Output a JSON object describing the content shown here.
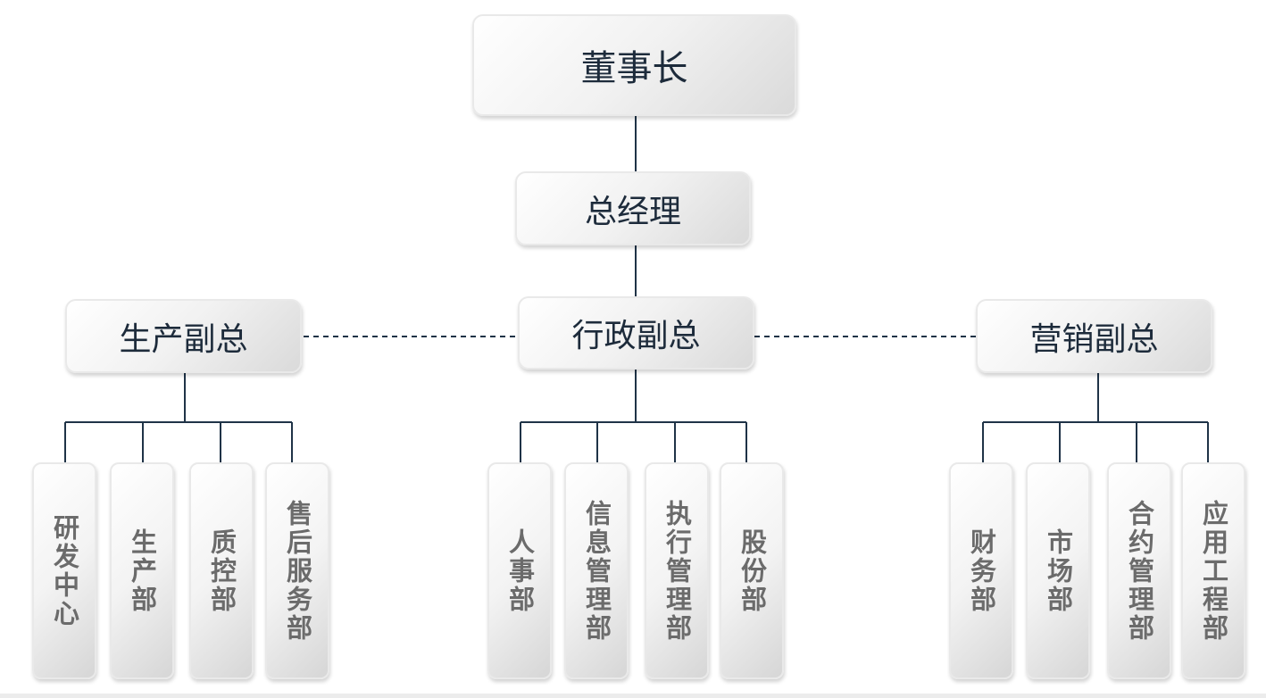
{
  "chairman": "董事长",
  "general_manager": "总经理",
  "vice_presidents": {
    "production": "生产副总",
    "administration": "行政副总",
    "marketing": "营销副总"
  },
  "departments": {
    "production": [
      "研发中心",
      "生产部",
      "质控部",
      "售后服务部"
    ],
    "administration": [
      "人事部",
      "信息管理部",
      "执行管理部",
      "股份部"
    ],
    "marketing": [
      "财务部",
      "市场部",
      "合约管理部",
      "应用工程部"
    ]
  },
  "colors": {
    "line": "#1f3347",
    "box_text": "#1d2b3b",
    "dept_text": "#6b6b6b"
  }
}
